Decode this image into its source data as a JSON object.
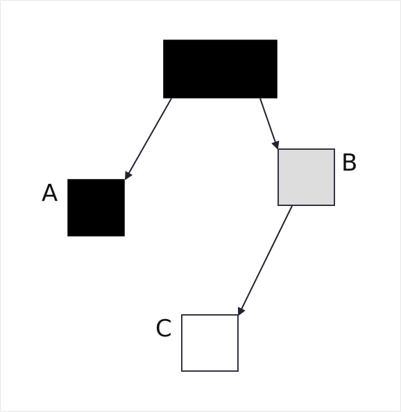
{
  "diagram": {
    "nodes": {
      "root": {
        "label": "",
        "fill": "#000000",
        "stroke": "#000000"
      },
      "a": {
        "label": "A",
        "fill": "#000000",
        "stroke": "#000000"
      },
      "b": {
        "label": "B",
        "fill": "#dddddd",
        "stroke": "#333344"
      },
      "c": {
        "label": "C",
        "fill": "#ffffff",
        "stroke": "#333344"
      }
    },
    "edges": [
      {
        "from": "root",
        "to": "a"
      },
      {
        "from": "root",
        "to": "b"
      },
      {
        "from": "b",
        "to": "c"
      }
    ],
    "edge_color": "#222233"
  }
}
